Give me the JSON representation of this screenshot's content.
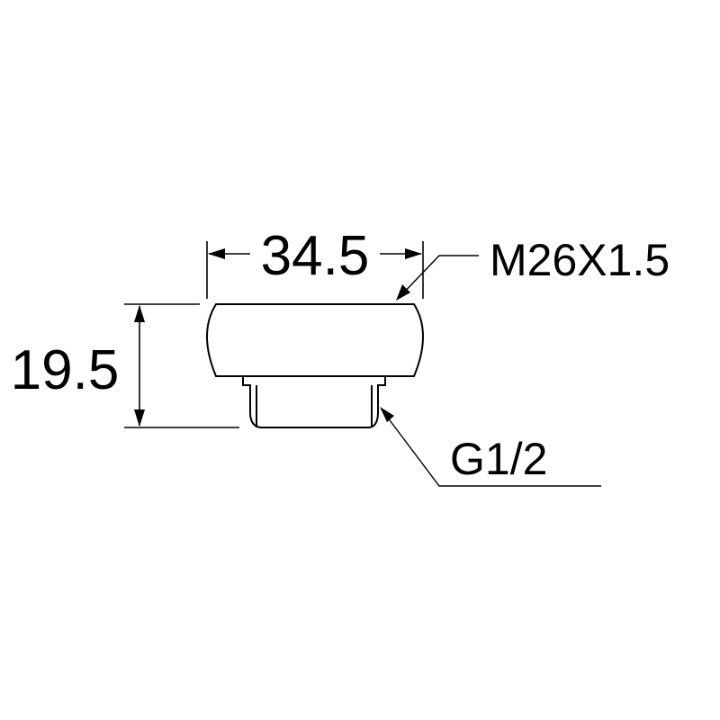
{
  "diagram": {
    "dimensions": {
      "width": "34.5",
      "height": "19.5"
    },
    "callouts": {
      "outer_thread": "M26X1.5",
      "inner_thread": "G1/2"
    },
    "colors": {
      "line": "#000000",
      "background": "#ffffff"
    }
  }
}
